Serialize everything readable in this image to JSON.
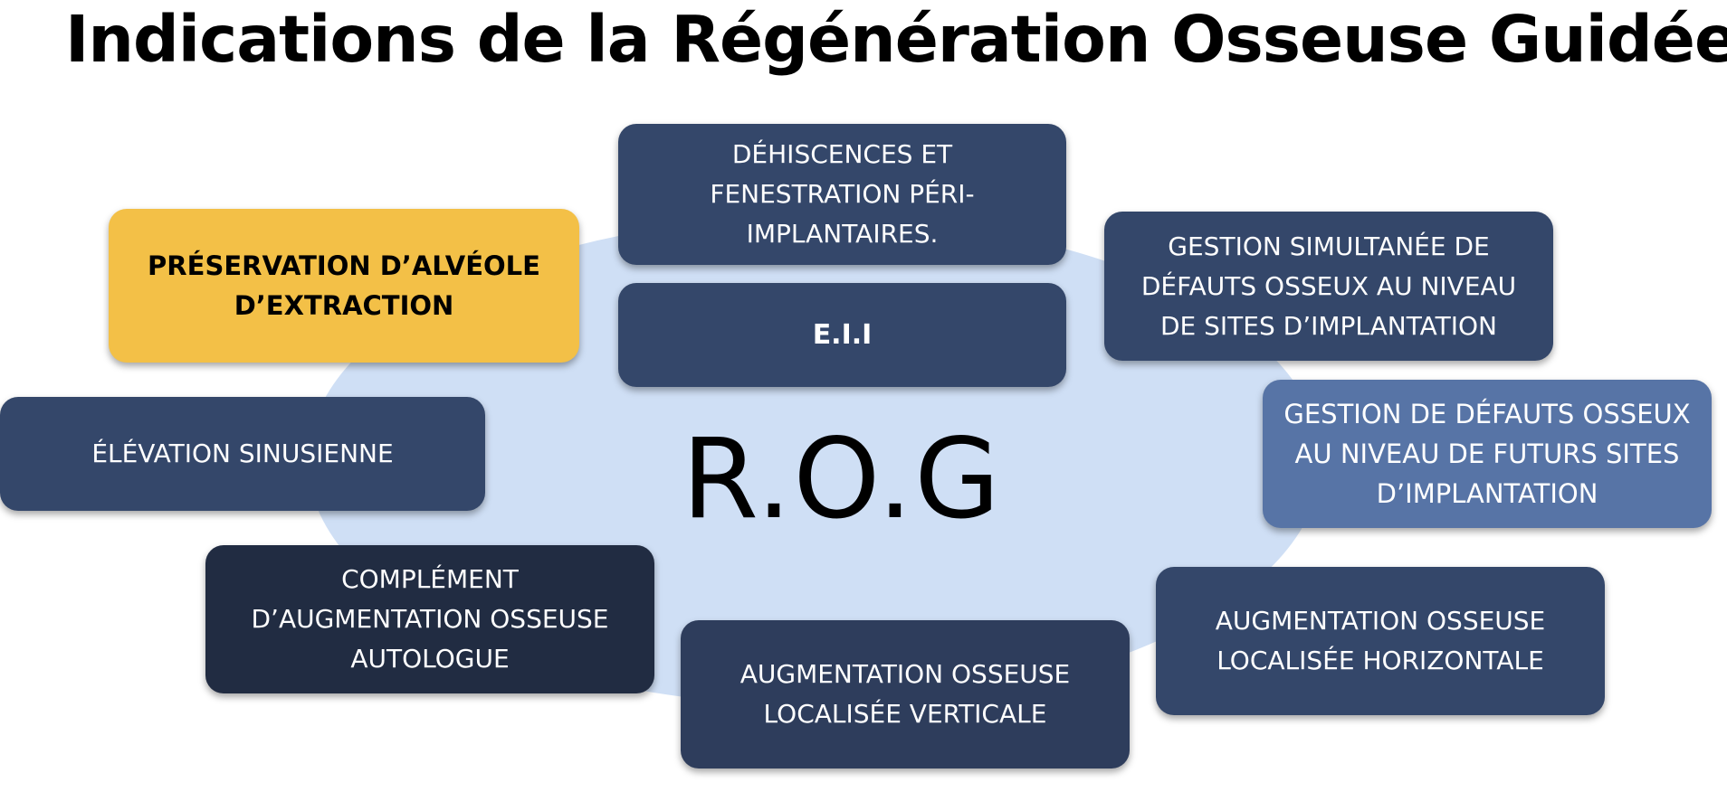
{
  "title": "Indications de la Régénération Osseuse Guidée",
  "center_label": "R.O.G",
  "colors": {
    "ellipse": "#cfdff5",
    "box_default": "#34476a",
    "box_highlight": "#f3c047",
    "box_light": "#5774a6",
    "box_dark": "#212c42"
  },
  "boxes": {
    "dehiscences": {
      "lines": [
        "DÉHISCENCES ET",
        "FENESTRATION PÉRI-",
        "IMPLANTAIRES."
      ],
      "color": "#34476a"
    },
    "eii": {
      "lines": [
        "E.I.I"
      ],
      "color": "#34476a"
    },
    "preservation": {
      "lines": [
        "PRÉSERVATION D’ALVÉOLE",
        "D’EXTRACTION"
      ],
      "color": "#f3c047"
    },
    "simultanee": {
      "lines": [
        "GESTION SIMULTANÉE DE",
        "DÉFAUTS OSSEUX AU NIVEAU",
        "DE SITES D’IMPLANTATION"
      ],
      "color": "#34476a"
    },
    "futurs": {
      "lines": [
        "GESTION DE DÉFAUTS OSSEUX",
        "AU NIVEAU DE FUTURS SITES",
        "D’IMPLANTATION"
      ],
      "color": "#5774a6"
    },
    "sinus": {
      "lines": [
        "ÉLÉVATION SINUSIENNE"
      ],
      "color": "#34476a"
    },
    "autologue": {
      "lines": [
        "COMPLÉMENT",
        "D’AUGMENTATION OSSEUSE",
        "AUTOLOGUE"
      ],
      "color": "#212c42"
    },
    "verticale": {
      "lines": [
        "AUGMENTATION OSSEUSE",
        "LOCALISÉE VERTICALE"
      ],
      "color": "#2e3d5c"
    },
    "horizontale": {
      "lines": [
        "AUGMENTATION OSSEUSE",
        "LOCALISÉE HORIZONTALE"
      ],
      "color": "#34476a"
    }
  }
}
